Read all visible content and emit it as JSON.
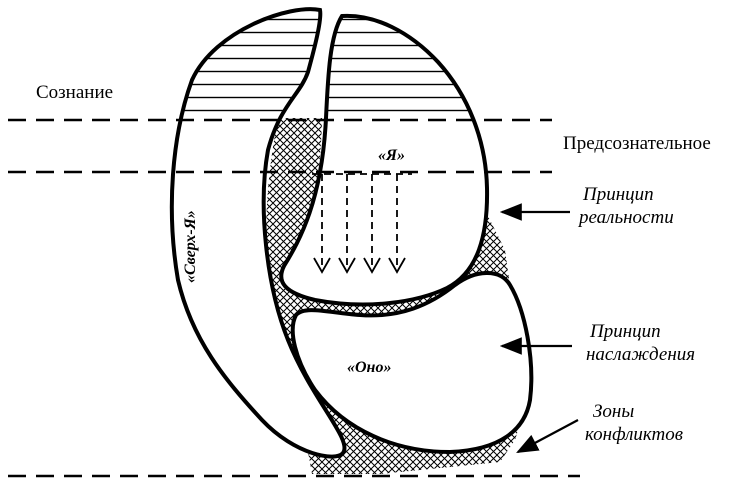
{
  "levels": {
    "conscious": "Сознание",
    "preconscious": "Предсознательное"
  },
  "structures": {
    "ego": "«Я»",
    "superego": "«Сверх-Я»",
    "id": "«Оно»"
  },
  "principles": {
    "reality_line1": "Принцип",
    "reality_line2": "реальности",
    "pleasure_line1": "Принцип",
    "pleasure_line2": "наслаждения",
    "conflicts_line1": "Зоны",
    "conflicts_line2": "конфликтов"
  },
  "colors": {
    "line": "#000000",
    "background": "#ffffff"
  }
}
